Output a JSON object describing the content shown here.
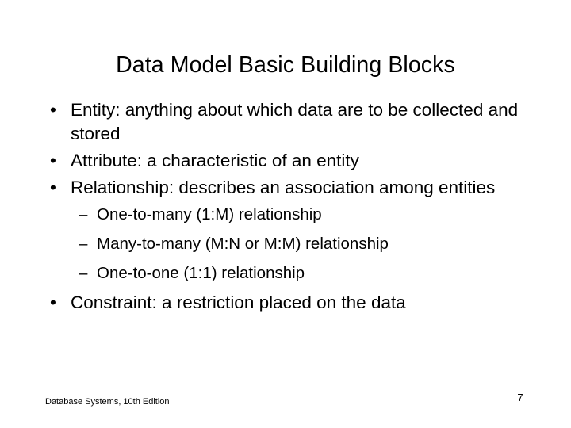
{
  "slide": {
    "title": "Data Model Basic Building Blocks",
    "bullet_marker": "•",
    "sub_bullet_marker": "–",
    "bullets": [
      {
        "text": "Entity: anything about which data are to be collected and stored"
      },
      {
        "text": "Attribute: a characteristic of an entity"
      },
      {
        "text": "Relationship: describes an association among entities"
      },
      {
        "text": "Constraint: a restriction placed on the data"
      }
    ],
    "sub_bullets": [
      {
        "text": "One-to-many (1:M) relationship"
      },
      {
        "text": "Many-to-many (M:N or M:M) relationship"
      },
      {
        "text": "One-to-one (1:1) relationship"
      }
    ],
    "footer": "Database Systems, 10th Edition",
    "page_number": "7",
    "colors": {
      "background": "#ffffff",
      "text": "#000000"
    }
  }
}
